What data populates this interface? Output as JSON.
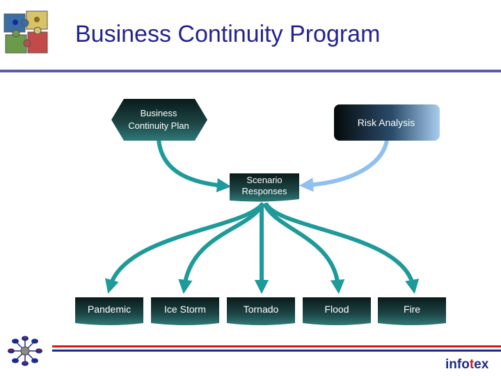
{
  "header": {
    "title": "Business Continuity Program"
  },
  "diagram": {
    "plan": {
      "line1": "Business",
      "line2": "Continuity Plan"
    },
    "risk": {
      "label": "Risk Analysis"
    },
    "scenario": {
      "line1": "Scenario",
      "line2": "Responses"
    },
    "responses": [
      "Pandemic",
      "Ice Storm",
      "Tornado",
      "Flood",
      "Fire"
    ]
  },
  "footer": {
    "brand_a": "info",
    "brand_b": "t",
    "brand_c": "ex"
  },
  "colors": {
    "title": "#23238e",
    "teal_arrow": "#1f9a9a",
    "light_arrow": "#8fc0f0",
    "node_dark": "#0f2a2a"
  }
}
